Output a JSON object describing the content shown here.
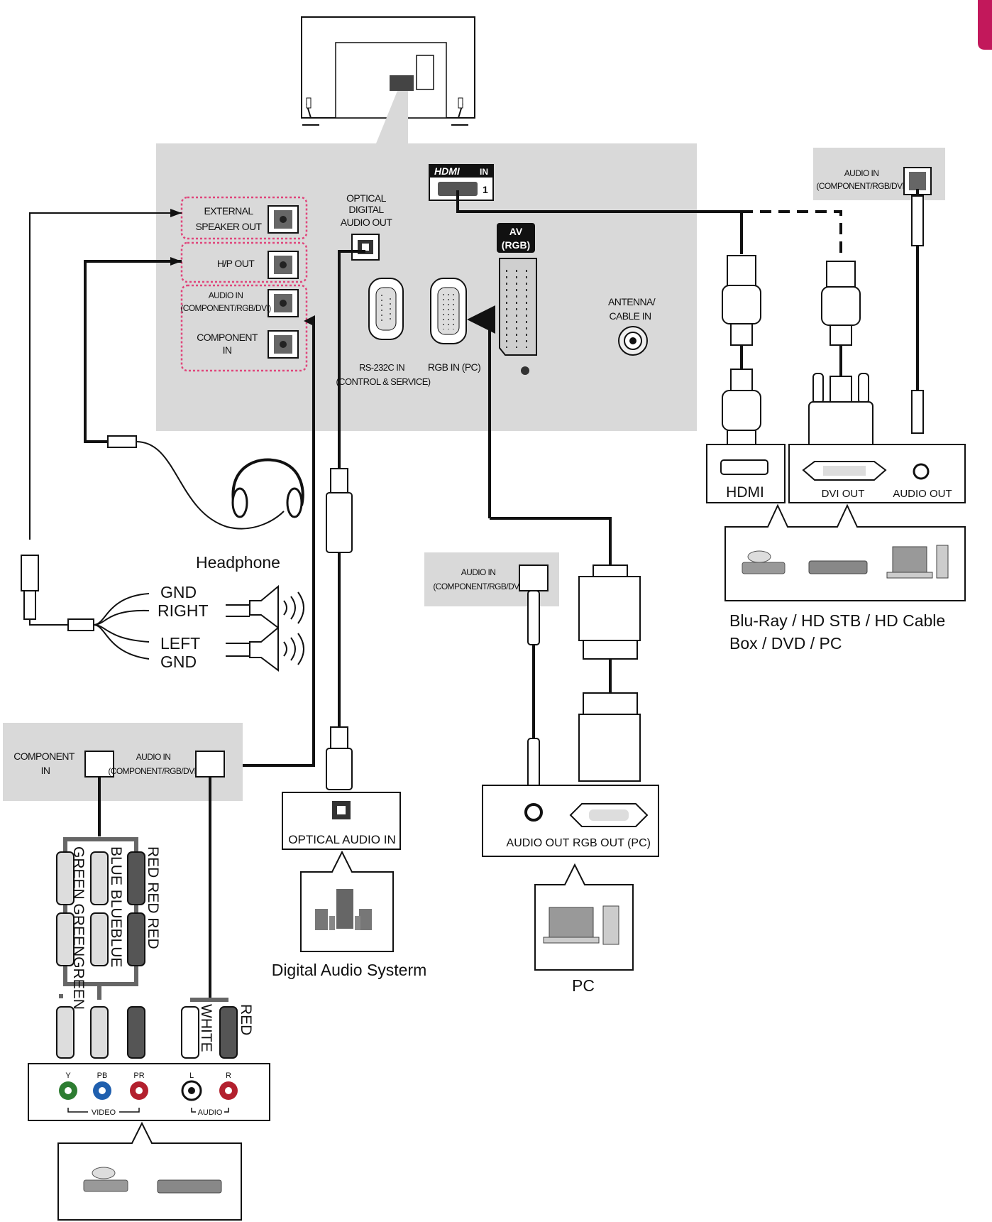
{
  "tv_panel": {
    "hdmi": {
      "logo": "HDMI",
      "in": "IN",
      "port": "1"
    },
    "external_speaker_out": [
      "EXTERNAL",
      "SPEAKER OUT"
    ],
    "hp_out": "H/P OUT",
    "audio_in": [
      "AUDIO IN",
      "(COMPONENT/RGB/DVI)"
    ],
    "component_in": [
      "COMPONENT",
      "IN"
    ],
    "optical_out": [
      "OPTICAL",
      "DIGITAL",
      "AUDIO OUT"
    ],
    "av_rgb": [
      "AV",
      "(RGB)"
    ],
    "rs232c": [
      "RS-232C IN",
      "(CONTROL & SERVICE)"
    ],
    "rgb_in": "RGB IN (PC)",
    "antenna": [
      "ANTENNA/",
      "CABLE IN"
    ]
  },
  "hdmi_device": {
    "audio_in": [
      "AUDIO IN",
      "(COMPONENT/RGB/DVI)"
    ],
    "hdmi_label": "HDMI",
    "dvi_out": "DVI OUT",
    "audio_out": "AUDIO OUT",
    "caption": [
      "Blu-Ray / HD STB / HD Cable",
      "Box / DVD / PC"
    ]
  },
  "headphone": {
    "caption": "Headphone",
    "speaker_labels": [
      "GND",
      "RIGHT",
      "LEFT",
      "GND"
    ]
  },
  "component_device": {
    "component_in": [
      "COMPONENT",
      "IN"
    ],
    "audio_in": [
      "AUDIO IN",
      "(COMPONENT/RGB/DVI)"
    ],
    "cable_colors": {
      "col1": "GREEN GREENGREEN",
      "col2": "BLUE BLUEBLUE",
      "col3": "RED RED  RED",
      "audio_white": "WHITE",
      "audio_red": "RED"
    },
    "jacks": {
      "y": "Y",
      "pb": "PB",
      "pr": "PR",
      "l": "L",
      "r": "R"
    },
    "video": "VIDEO",
    "audio": "AUDIO"
  },
  "digital_audio": {
    "port": "OPTICAL  AUDIO IN",
    "caption": "Digital Audio Systerm"
  },
  "pc_device": {
    "audio_in": [
      "AUDIO IN",
      "(COMPONENT/RGB/DVI)"
    ],
    "audio_out": "AUDIO OUT",
    "rgb_out": "RGB OUT (PC)",
    "caption": "PC"
  },
  "colors": {
    "panel_gray": "#d9d9d9",
    "dotted_pink": "#e0457b",
    "jack_green": "#2e7d32",
    "jack_blue": "#1f5fae",
    "jack_red": "#b3202e",
    "corner_tab": "#c2185b"
  }
}
